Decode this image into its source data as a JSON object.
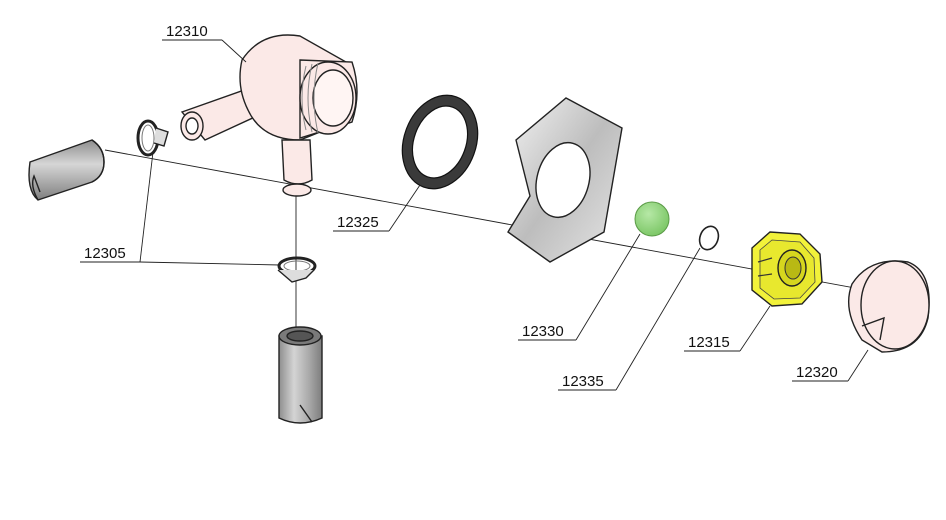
{
  "labels": {
    "tee_fitting": "12310",
    "hose_clamp": "12305",
    "washer": "12325",
    "ball": "12330",
    "o_ring": "12335",
    "nut": "12315",
    "cap": "12320"
  },
  "colors": {
    "pink_part": "#fbe9e7",
    "green_ball": "#8fd27a",
    "yellow_nut": "#f2f23a",
    "gasket": "#3a3a3a",
    "hose": "#a8a8a8",
    "plate": "#dcdcdc"
  }
}
